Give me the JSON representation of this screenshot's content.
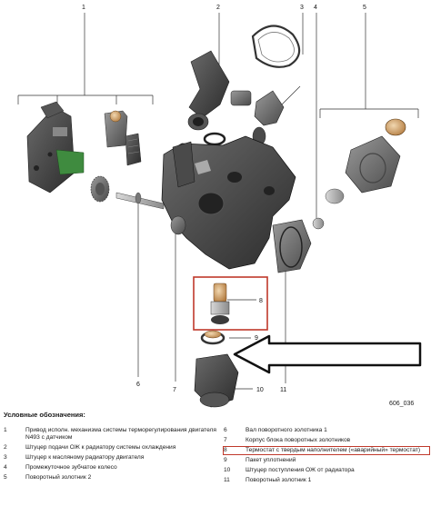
{
  "figure": {
    "id_label": "606_036",
    "callouts": [
      "1",
      "2",
      "3",
      "4",
      "5",
      "6",
      "7",
      "8",
      "9",
      "10",
      "11"
    ]
  },
  "legend": {
    "title": "Условные обозначения:",
    "left": [
      {
        "num": "1",
        "text": "Привод исполн. механизма системы терморегулирования двигателя N493 с датчиком"
      },
      {
        "num": "2",
        "text": "Штуцер подачи ОЖ к радиатору системы охлаждения"
      },
      {
        "num": "3",
        "text": "Штуцер к масляному радиатору двигателя"
      },
      {
        "num": "4",
        "text": "Промежуточное зубчатое колесо"
      },
      {
        "num": "5",
        "text": "Поворотный золотник 2"
      }
    ],
    "right": [
      {
        "num": "6",
        "text": "Вал поворотного золотника 1"
      },
      {
        "num": "7",
        "text": "Корпус блока поворотных золотников"
      },
      {
        "num": "8",
        "text": "Термостат с твердым наполнителем («аварийный» термостат)"
      },
      {
        "num": "9",
        "text": "Пакет уплотнений"
      },
      {
        "num": "10",
        "text": "Штуцер поступления ОЖ от радиатора"
      },
      {
        "num": "11",
        "text": "Поворотный золотник 1"
      }
    ]
  },
  "colors": {
    "highlight": "#c0392b",
    "part_dark": "#3d3d3d",
    "part_mid": "#6e6e6e",
    "part_light": "#a9a9a9"
  }
}
